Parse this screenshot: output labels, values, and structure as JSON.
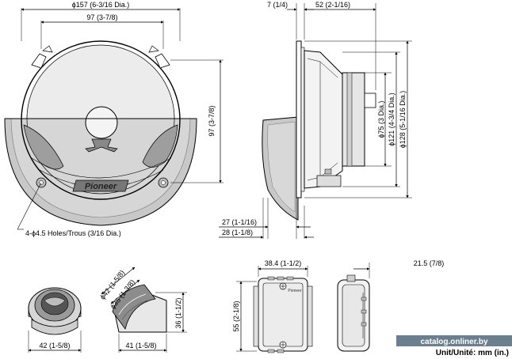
{
  "speaker": {
    "front": {
      "dims": {
        "outer_dia": "ϕ157 (6-3/16 Dia.)",
        "mount_width": "97 (3-7/8)",
        "mount_height": "97 (3-7/8)",
        "holes": "4-ϕ4.5 Holes/Trous (3/16 Dia.)"
      },
      "logo": "Pioneer"
    },
    "side": {
      "dims": {
        "flange": "7 (1/4)",
        "depth": "52 (2-1/16)",
        "magnet_dia": "ϕ75 (3 Dia.)",
        "cutout_dia": "ϕ121 (4-3/4 Dia.)",
        "basket_dia": "ϕ128 (5-1/16 Dia.)",
        "grille_offset_1": "27 (1-1/16)",
        "grille_offset_2": "28 (1-1/8)"
      }
    }
  },
  "tweeter": {
    "dims": {
      "dia_1": "ϕ42 (1-5/8)",
      "dia_2": "ϕ35 (1-3/8)",
      "height": "36 (1-1/2)",
      "base_width": "42 (1-5/8)",
      "side_width": "41 (1-5/8)"
    }
  },
  "crossover": {
    "dims": {
      "width": "38.4 (1-1/2)",
      "height": "55 (2-1/8)",
      "depth": "21.5 (7/8)"
    },
    "logo": "Pioneer"
  },
  "unit_label": "Unit/Unité: mm (in.)",
  "watermark": "catalog.onliner.by",
  "colors": {
    "line": "#000000",
    "shade": "#bdbdbd",
    "light": "#dedede"
  }
}
